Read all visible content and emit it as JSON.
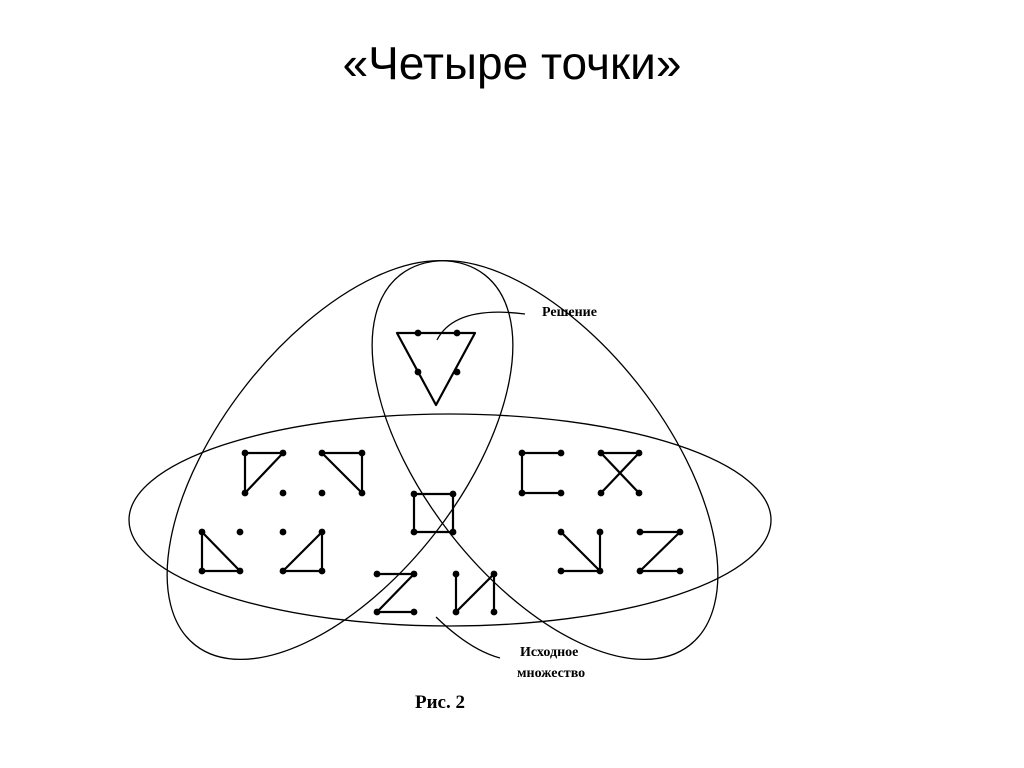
{
  "slide": {
    "title": "«Четыре точки»"
  },
  "diagram": {
    "label_solution": "Решение",
    "label_initial_line1": "Исходное",
    "label_initial_line2": "множество",
    "caption": "Рис. 2"
  },
  "colors": {
    "ink": "#000000",
    "background": "#ffffff"
  }
}
